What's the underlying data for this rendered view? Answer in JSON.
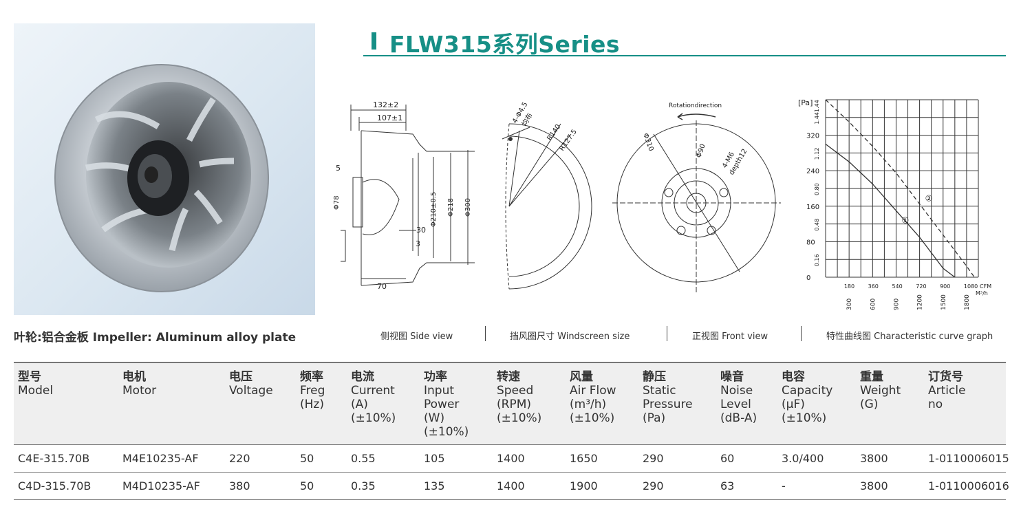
{
  "title": "FLW315系列Series",
  "captions": {
    "impeller": "叶轮:铝合金板  Impeller: Aluminum alloy plate",
    "side_view": "侧视图 Side view",
    "windscreen": "挡风圈尺寸 Windscreen size",
    "front_view": "正视图 Front view",
    "curve": "特性曲线图 Characteristic curve graph"
  },
  "side_view_dims": [
    "132±2",
    "107±1",
    "5",
    "Φ78",
    "Φ210±0.5",
    "Φ218",
    "Φ300",
    "30",
    "3",
    "70"
  ],
  "windscreen_dims": [
    "4-Φ4.5",
    "均布",
    "R140",
    "R127.5"
  ],
  "front_view_dims": [
    "Rotationdirection",
    "Φ310",
    "Φ90",
    "4-M6",
    "depth12"
  ],
  "chart_data": {
    "type": "line",
    "ylabel": "[Pa]",
    "y_ticks": [
      "0",
      "80",
      "160",
      "240",
      "320"
    ],
    "y2_ticks": [
      "0.16",
      "0.48",
      "0.80",
      "1.12",
      "1.44"
    ],
    "y_top": "1.44",
    "x_ticks_cfm": [
      "180",
      "360",
      "540",
      "720",
      "900",
      "1080"
    ],
    "x_unit_cfm": "CFM",
    "x_ticks_m3h": [
      "300",
      "600",
      "900",
      "1200",
      "1500",
      "1800"
    ],
    "x_unit_m3h": "M³/h",
    "xlim_m3h": [
      0,
      1950
    ],
    "ylim": [
      0,
      400
    ],
    "series": [
      {
        "name": "①",
        "style": "solid",
        "x": [
          0,
          300,
          600,
          900,
          1200,
          1500,
          1650
        ],
        "y": [
          300,
          260,
          210,
          150,
          90,
          20,
          0
        ]
      },
      {
        "name": "②",
        "style": "dashed",
        "x": [
          0,
          300,
          600,
          900,
          1200,
          1500,
          1800,
          1900
        ],
        "y": [
          400,
          350,
          295,
          235,
          165,
          95,
          25,
          0
        ]
      }
    ]
  },
  "table": {
    "headers": [
      {
        "zh": "型号",
        "en": "Model"
      },
      {
        "zh": "电机",
        "en": "Motor"
      },
      {
        "zh": "电压",
        "en": "Voltage"
      },
      {
        "zh": "频率",
        "en": "Freg\n(Hz)"
      },
      {
        "zh": "电流",
        "en": "Current\n(A)\n(±10%)"
      },
      {
        "zh": "功率",
        "en": "Input\nPower\n(W)\n(±10%)"
      },
      {
        "zh": "转速",
        "en": "Speed\n(RPM)\n(±10%)"
      },
      {
        "zh": "风量",
        "en": "Air Flow\n(m³/h)\n(±10%)"
      },
      {
        "zh": "静压",
        "en": "Static\nPressure\n(Pa)"
      },
      {
        "zh": "噪音",
        "en": "Noise\nLevel\n(dB-A)"
      },
      {
        "zh": "电容",
        "en": "Capacity\n(μF)\n(±10%)"
      },
      {
        "zh": "重量",
        "en": "Weight\n(G)"
      },
      {
        "zh": "订货号",
        "en": "Article\nno"
      }
    ],
    "rows": [
      [
        "C4E-315.70B",
        "M4E10235-AF",
        "220",
        "50",
        "0.55",
        "105",
        "1400",
        "1650",
        "290",
        "60",
        "3.0/400",
        "3800",
        "1-0110006015"
      ],
      [
        "C4D-315.70B",
        "M4D10235-AF",
        "380",
        "50",
        "0.35",
        "135",
        "1400",
        "1900",
        "290",
        "63",
        "-",
        "3800",
        "1-0110006016"
      ]
    ]
  }
}
